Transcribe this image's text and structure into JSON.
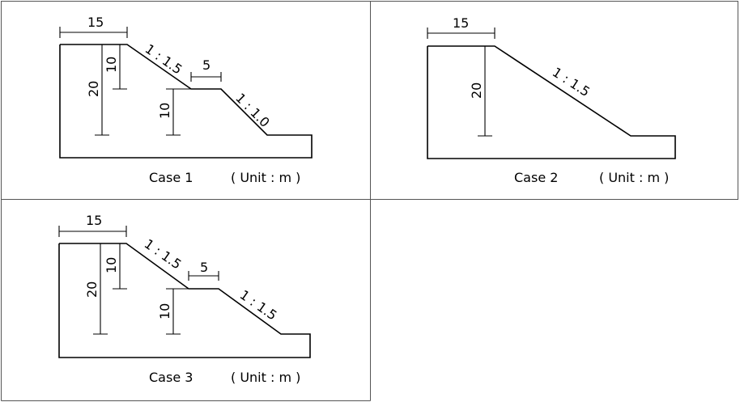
{
  "case1": {
    "caption": "Case 1",
    "unit": "( Unit : m )",
    "top_width": "15",
    "slope_upper": "1 : 1.5",
    "berm_width": "5",
    "slope_lower": "1 : 1.0",
    "total_height": "20",
    "upper_height": "10",
    "lower_height": "10"
  },
  "case2": {
    "caption": "Case 2",
    "unit": "( Unit : m )",
    "top_width": "15",
    "slope": "1 : 1.5",
    "total_height": "20"
  },
  "case3": {
    "caption": "Case 3",
    "unit": "( Unit : m )",
    "top_width": "15",
    "slope_upper": "1 : 1.5",
    "berm_width": "5",
    "slope_lower": "1 : 1.5",
    "total_height": "20",
    "upper_height": "10",
    "lower_height": "10"
  }
}
